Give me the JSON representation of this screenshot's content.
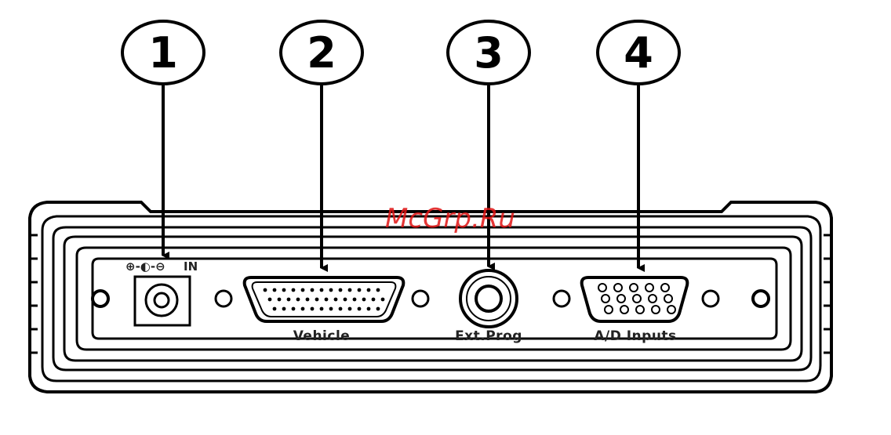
{
  "callouts": [
    "1",
    "2",
    "3",
    "4"
  ],
  "power_port": {
    "label": "IN",
    "polarity_symbol": "⊕-◐-⊖"
  },
  "ports": {
    "vehicle": "Vehicle",
    "ext_prog": "Ext.Prog",
    "ad_inputs": "A/D Inputs"
  },
  "watermark": "McGrp.Ru",
  "colors": {
    "line": "#000000",
    "watermark": "#e01414"
  }
}
